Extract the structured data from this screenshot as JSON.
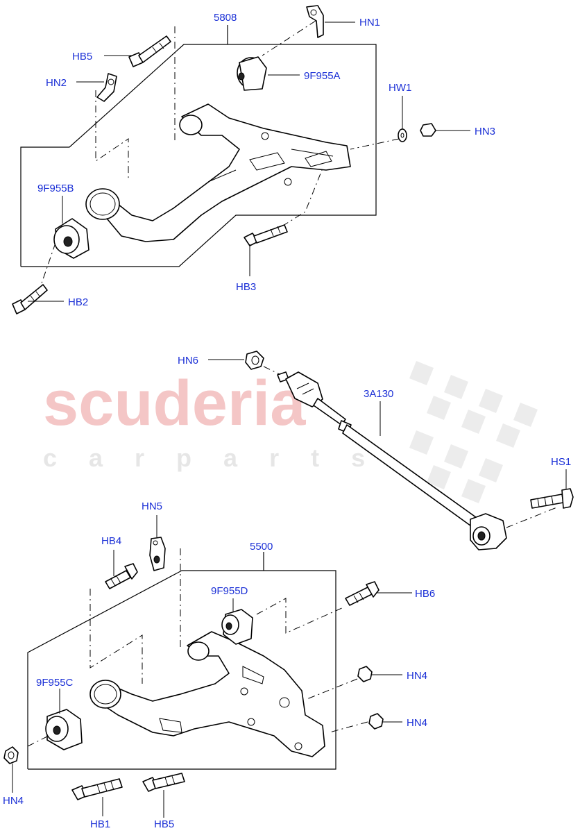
{
  "watermark": {
    "brand": "scuderia",
    "tagline": "c a r   p a r t s",
    "brand_color": "#f4c6c6",
    "tagline_color": "#e6e6e6"
  },
  "callouts": {
    "upper_arm": "5808",
    "hn1": "HN1",
    "hb5_top": "HB5",
    "hn2": "HN2",
    "bush_9f955a": "9F955A",
    "hw1": "HW1",
    "hn3": "HN3",
    "bush_9f955b": "9F955B",
    "hb3": "HB3",
    "hb2": "HB2",
    "hn6": "HN6",
    "toe_link": "3A130",
    "hs1": "HS1",
    "hn5": "HN5",
    "hb4": "HB4",
    "lower_arm": "5500",
    "bush_9f955d": "9F955D",
    "hb6": "HB6",
    "bush_9f955c": "9F955C",
    "hn4_right_top": "HN4",
    "hn4_right_bottom": "HN4",
    "hn4_left": "HN4",
    "hb1": "HB1",
    "hb5_bottom": "HB5"
  },
  "colors": {
    "callout": "#1a2fd6",
    "line": "#000000"
  }
}
